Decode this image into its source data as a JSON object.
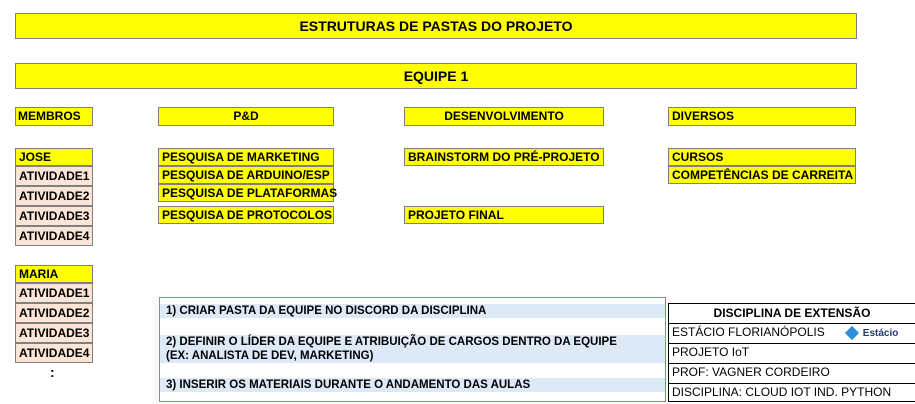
{
  "title": "ESTRUTURAS DE PASTAS DO PROJETO",
  "team": "EQUIPE  1",
  "headers": {
    "membros": "MEMBROS",
    "pd": "P&D",
    "desenvolvimento": "DESENVOLVIMENTO",
    "diversos": "DIVERSOS"
  },
  "members": [
    {
      "name": "JOSE",
      "activities": [
        "ATIVIDADE1",
        "ATIVIDADE2",
        "ATIVIDADE3",
        "ATIVIDADE4"
      ]
    },
    {
      "name": "MARIA",
      "activities": [
        "ATIVIDADE1",
        "ATIVIDADE2",
        "ATIVIDADE3",
        "ATIVIDADE4"
      ]
    }
  ],
  "ellipsis": ":",
  "pd_items": [
    "PESQUISA DE MARKETING",
    "PESQUISA DE ARDUINO/ESP",
    "PESQUISA DE PLATAFORMAS",
    "PESQUISA DE PROTOCOLOS"
  ],
  "dev_items": [
    "BRAINSTORM DO PRÉ-PROJETO",
    "PROJETO FINAL"
  ],
  "diversos_items": [
    "CURSOS",
    "COMPETÊNCIAS DE CARREITA"
  ],
  "notes": [
    "1) CRIAR PASTA DA EQUIPE NO DISCORD DA DISCIPLINA",
    "2) DEFINIR O LÍDER DA EQUIPE E ATRIBUIÇÃO DE CARGOS DENTRO DA EQUIPE",
    "(EX: ANALISTA DE DEV, MARKETING)",
    "3) INSERIR OS MATERIAIS DURANTE O ANDAMENTO DAS AULAS"
  ],
  "info": {
    "header": "DISCIPLINA DE EXTENSÃO",
    "rows": [
      "ESTÁCIO FLORIANÓPOLIS",
      "PROJETO IoT",
      "PROF: VAGNER CORDEIRO",
      "DISCIPLINA: CLOUD IOT IND. PYTHON"
    ],
    "logo_text": "Estácio",
    "logo_icon": "estacio-logo-icon",
    "logo_color": "#2f8fd8"
  },
  "colors": {
    "yellow": "#ffff00",
    "pink": "#fbe5d6",
    "note_bg": "#dde9f7",
    "note_border": "#e06666"
  }
}
